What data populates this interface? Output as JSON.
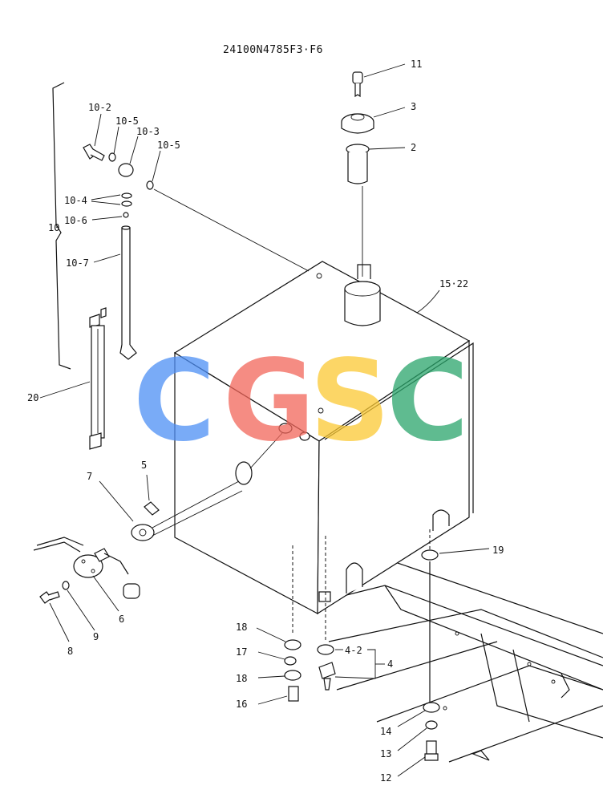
{
  "drawing_number": "24100N4785F3·F6",
  "watermark": {
    "letters": [
      "C",
      "G",
      "S",
      "C"
    ],
    "colors": [
      "#4d8ff5",
      "#f2665a",
      "#fbc934",
      "#2aa56b"
    ]
  },
  "callouts": [
    "11",
    "3",
    "2",
    "15·22",
    "10-2",
    "10-5",
    "10-3",
    "10-5",
    "10-4",
    "10-6",
    "10",
    "10-7",
    "20",
    "5",
    "7",
    "6",
    "9",
    "8",
    "19",
    "18",
    "17",
    "18",
    "16",
    "4-2",
    "4",
    "14",
    "13",
    "12"
  ]
}
